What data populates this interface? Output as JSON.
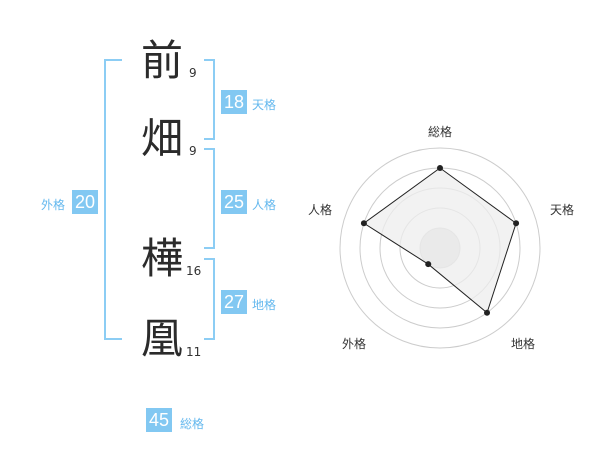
{
  "name": {
    "chars": [
      {
        "char": "前",
        "strokes": "9"
      },
      {
        "char": "畑",
        "strokes": "9"
      },
      {
        "char": "樺",
        "strokes": "16"
      },
      {
        "char": "凰",
        "strokes": "11"
      }
    ]
  },
  "fortune": {
    "tenkaku": {
      "value": "18",
      "label": "天格"
    },
    "jinkaku": {
      "value": "25",
      "label": "人格"
    },
    "chikaku": {
      "value": "27",
      "label": "地格"
    },
    "gaikaku": {
      "value": "20",
      "label": "外格"
    },
    "soukaku": {
      "value": "45",
      "label": "総格"
    }
  },
  "chart_data": {
    "type": "radar",
    "axes": [
      "総格",
      "天格",
      "地格",
      "外格",
      "人格"
    ],
    "values": [
      4,
      4,
      4,
      1,
      4
    ],
    "max": 5,
    "colors": {
      "fill": "#eeeeee",
      "line": "#222222",
      "grid": "#cccccc"
    }
  }
}
